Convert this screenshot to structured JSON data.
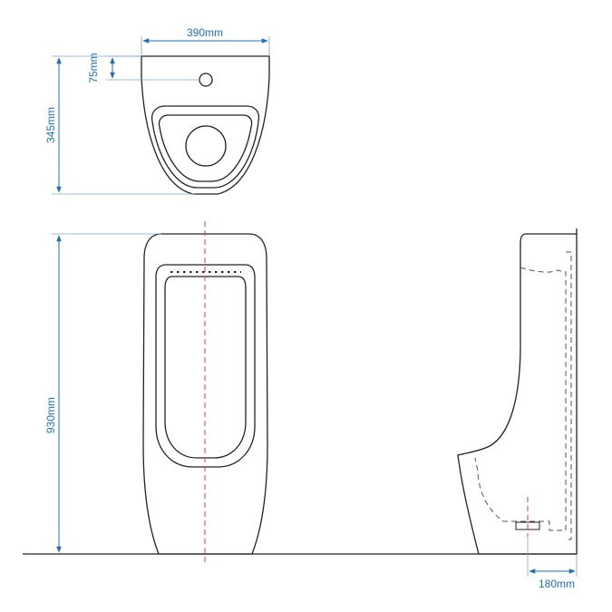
{
  "dimensions": {
    "top_width": "390mm",
    "top_offset": "75mm",
    "top_depth": "345mm",
    "height": "930mm",
    "projection": "180mm"
  },
  "colors": {
    "dimension": "#1f6fb8",
    "outline": "#222222",
    "centerline": "#e23b3b"
  }
}
